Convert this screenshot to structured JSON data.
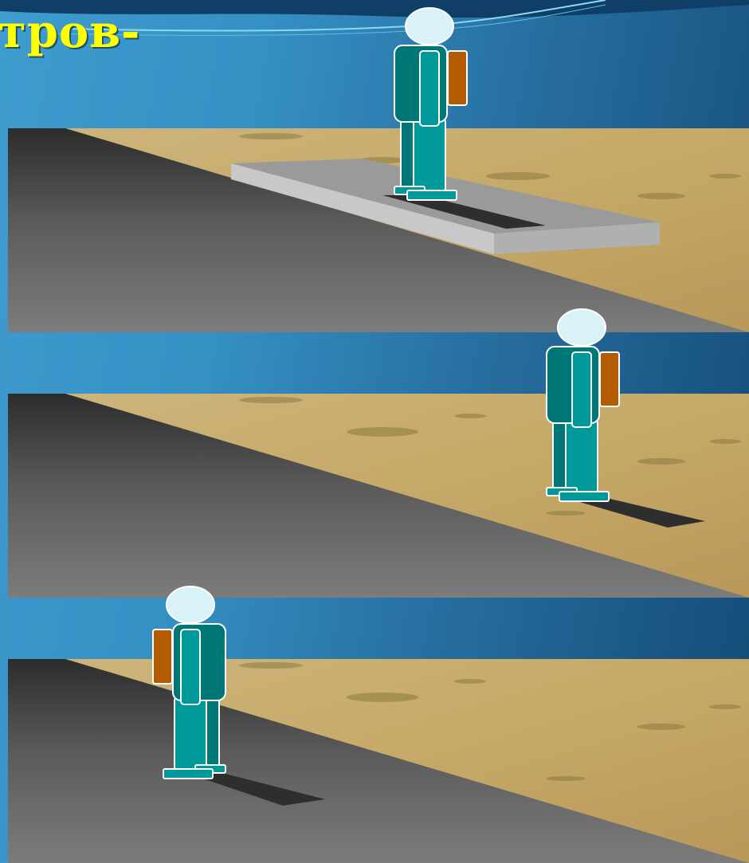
{
  "slide": {
    "title": "тров-"
  },
  "colors": {
    "title": "#ffff00",
    "background_left": "#3f9ccf",
    "background_right": "#144b76",
    "road_dark": "#3a3a3a",
    "road_light": "#777777",
    "sand": "#c9ad6f",
    "figure_body": "#009999",
    "figure_dark": "#007777",
    "figure_head": "#d9f2f7",
    "backpack": "#b35c00"
  },
  "scenes": [
    {
      "name": "pedestrian-on-safety-island",
      "has_island": true
    },
    {
      "name": "pedestrian-on-roadside",
      "has_island": false
    },
    {
      "name": "pedestrian-on-road-edge",
      "has_island": false
    }
  ],
  "icons": [
    "pedestrian-figure",
    "backpack-icon",
    "safety-island"
  ]
}
